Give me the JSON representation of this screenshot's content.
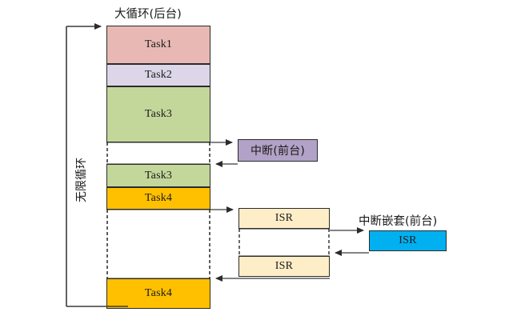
{
  "diagram": {
    "title_top": "大循环(后台)",
    "loop_label": "无限循环",
    "interrupt_label": "中断(前台)",
    "nested_interrupt_label": "中断嵌套(前台)",
    "caption": "",
    "colors": {
      "task1": "#e8b9b4",
      "task2": "#dcd6e8",
      "task3": "#c4d79b",
      "task4": "#ffc000",
      "interrupt": "#b3a2c7",
      "isr": "#fdeec8",
      "isr_nested": "#00b0f0",
      "stroke": "#2b2b2b",
      "line": "#3a3a3a"
    },
    "main_column": {
      "blocks": [
        {
          "label": "Task1",
          "color_key": "task1"
        },
        {
          "label": "Task2",
          "color_key": "task2"
        },
        {
          "label": "Task3",
          "color_key": "task3"
        },
        {
          "label": "Task3",
          "color_key": "task3"
        },
        {
          "label": "Task4",
          "color_key": "task4"
        },
        {
          "label": "Task4",
          "color_key": "task4"
        }
      ]
    },
    "interrupt_column": {
      "blocks": [
        {
          "label": "中断(前台)",
          "color_key": "interrupt"
        }
      ]
    },
    "isr_column": {
      "blocks": [
        {
          "label": "ISR",
          "color_key": "isr"
        },
        {
          "label": "ISR",
          "color_key": "isr"
        }
      ]
    },
    "nested_column": {
      "blocks": [
        {
          "label": "ISR",
          "color_key": "isr_nested"
        }
      ]
    }
  }
}
